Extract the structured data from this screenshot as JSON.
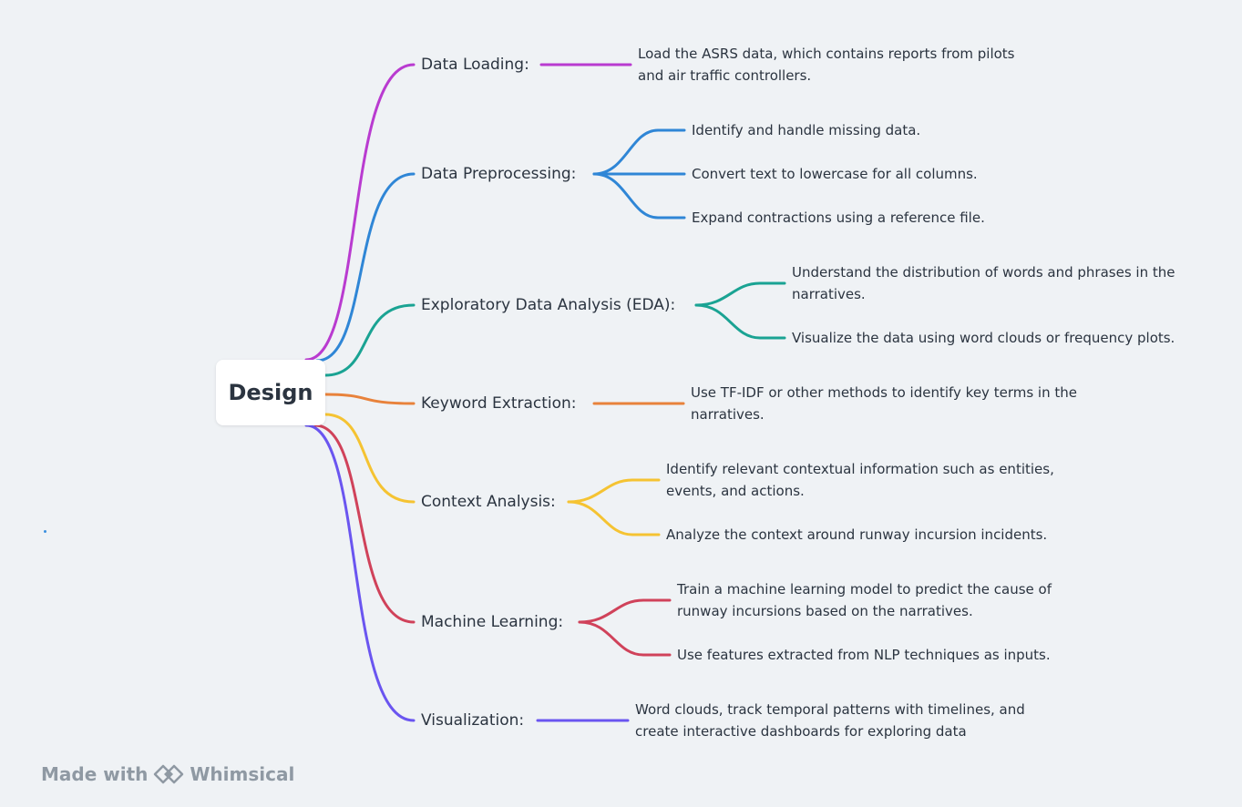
{
  "root": {
    "label": "Design"
  },
  "branches": [
    {
      "label": "Data Loading:",
      "color": "#b93bd0",
      "leaves": [
        [
          "Load the ASRS data, which contains reports from pilots",
          "and air traffic controllers."
        ]
      ]
    },
    {
      "label": "Data Preprocessing:",
      "color": "#2f86d6",
      "leaves": [
        [
          "Identify and handle missing data."
        ],
        [
          "Convert text to lowercase for all columns."
        ],
        [
          "Expand contractions using a reference file."
        ]
      ]
    },
    {
      "label": "Exploratory Data Analysis (EDA):",
      "color": "#1aa393",
      "leaves": [
        [
          "Understand the distribution of words and phrases in the",
          "narratives."
        ],
        [
          "Visualize the data using word clouds or frequency plots."
        ]
      ]
    },
    {
      "label": "Keyword Extraction:",
      "color": "#e8823b",
      "leaves": [
        [
          "Use TF-IDF or other methods to identify key terms in the",
          "narratives."
        ]
      ]
    },
    {
      "label": "Context Analysis:",
      "color": "#f5c332",
      "leaves": [
        [
          "Identify relevant contextual information such as entities,",
          "events, and actions."
        ],
        [
          "Analyze the context around runway incursion incidents."
        ]
      ]
    },
    {
      "label": "Machine Learning:",
      "color": "#d0425a",
      "leaves": [
        [
          "Train a machine learning model to predict the cause of",
          "runway incursions based on the narratives."
        ],
        [
          "Use features extracted from NLP techniques as inputs."
        ]
      ]
    },
    {
      "label": "Visualization:",
      "color": "#6a55f0",
      "leaves": [
        [
          "Word clouds, track temporal patterns with timelines, and",
          "create interactive dashboards for exploring data"
        ]
      ]
    }
  ],
  "footer": {
    "made_with": "Made with",
    "brand": "Whimsical",
    "logo_icon": "whimsical-logo-icon"
  }
}
